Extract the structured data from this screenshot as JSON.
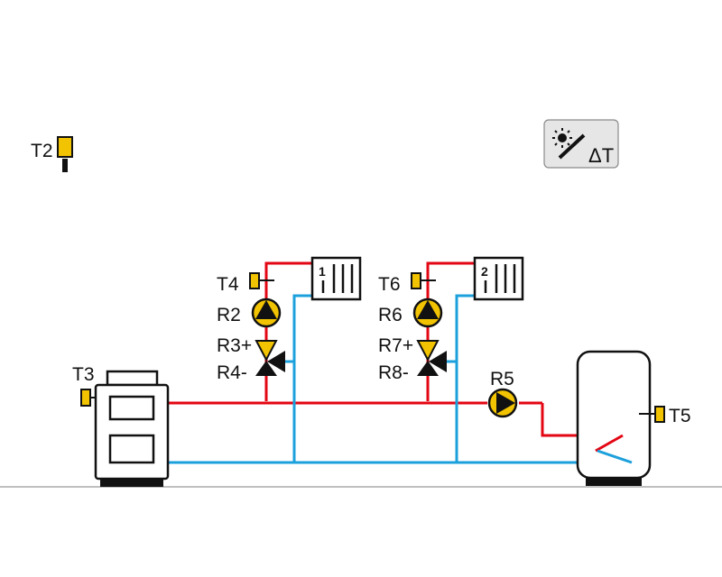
{
  "colors": {
    "supply_pipe": "#e30613",
    "return_pipe": "#1ca0dc",
    "sensor": "#f2c300",
    "pump": "#f2c300",
    "equipment_outline": "#111111",
    "floor": "#aaaaaa",
    "solar_button_bg": "#e6e6e6"
  },
  "solar_button": {
    "icon": "solar-collector-icon",
    "label": "ΔT"
  },
  "sensors": {
    "t2": "T2",
    "t3": "T3",
    "t4": "T4",
    "t5": "T5",
    "t6": "T6"
  },
  "relays": {
    "r2": "R2",
    "r3": "R3+",
    "r4": "R4-",
    "r5": "R5",
    "r6": "R6",
    "r7": "R7+",
    "r8": "R8-"
  },
  "radiators": {
    "circuit_1": "1",
    "circuit_2": "2"
  }
}
